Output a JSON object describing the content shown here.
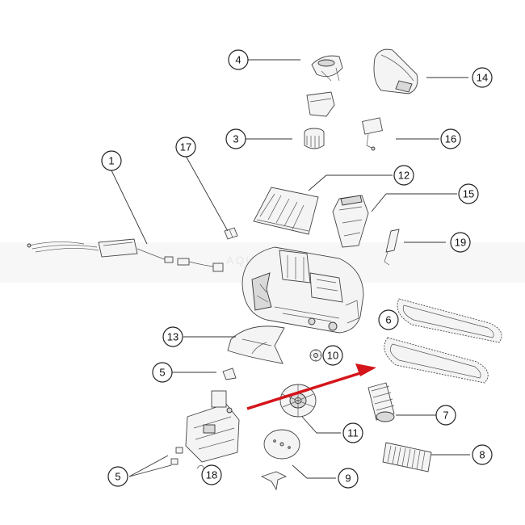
{
  "watermark": "AQUA",
  "accent_color": "#d4151b",
  "callouts": [
    "1",
    "3",
    "4",
    "5",
    "5",
    "6",
    "7",
    "8",
    "9",
    "10",
    "11",
    "12",
    "13",
    "14",
    "15",
    "16",
    "17",
    "18",
    "19"
  ]
}
